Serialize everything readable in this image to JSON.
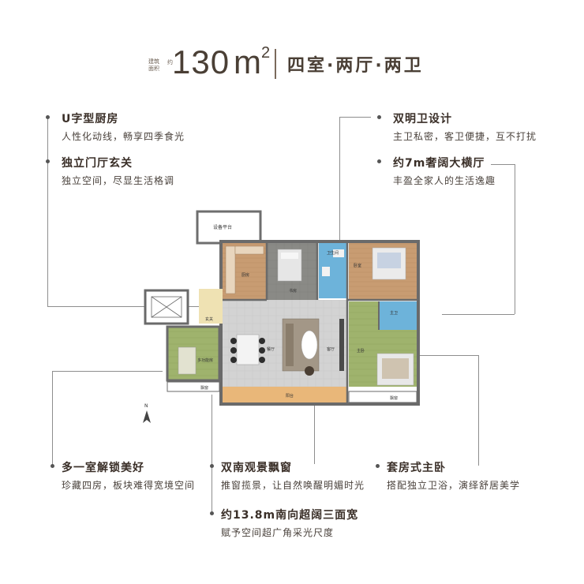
{
  "header": {
    "area_label": "建筑面积",
    "area_unit_hint": "约",
    "area_value": "130",
    "area_unit": "m",
    "area_unit_sup": "2",
    "layout": "四室·两厅·两卫"
  },
  "features": [
    {
      "title": "U字型厨房",
      "desc": "人性化动线，畅享四季食光"
    },
    {
      "title": "独立门厅玄关",
      "desc": "独立空间，尽显生活格调"
    },
    {
      "title": "双明卫设计",
      "desc": "主卫私密，客卫便捷，互不打扰"
    },
    {
      "title": "约7m奢阔大横厅",
      "desc": "丰盈全家人的生活逸趣"
    },
    {
      "title": "多一室解锁美好",
      "desc": "珍藏四房，板块难得宽境空间"
    },
    {
      "title": "双南观景飘窗",
      "desc": "推窗揽景，让自然唤醒明媚时光"
    },
    {
      "title": "套房式主卧",
      "desc": "搭配独立卫浴，演绎舒居美学"
    },
    {
      "title": "约13.8m南向超阔三面宽",
      "desc": "赋予空间超广角采光尺度"
    }
  ],
  "plan": {
    "equipment_platform": "设备平台",
    "north": "N",
    "rooms": {
      "kitchen": "厨房",
      "bedroom1": "书房",
      "bath": "卫生间",
      "bedroom2": "卧室",
      "foyer": "玄关",
      "dining": "餐厅",
      "living": "客厅",
      "study": "多功能房",
      "master": "主卧",
      "master_bath": "主卫",
      "balcony": "阳台",
      "bay1": "飘窗",
      "bay2": "飘窗"
    }
  },
  "colors": {
    "wood": "#c79a6e",
    "tile": "#d5d5d5",
    "bath": "#6cb2d8",
    "green": "#9bb06a",
    "wall": "#6e6e6e",
    "balcony": "#e9b678"
  }
}
